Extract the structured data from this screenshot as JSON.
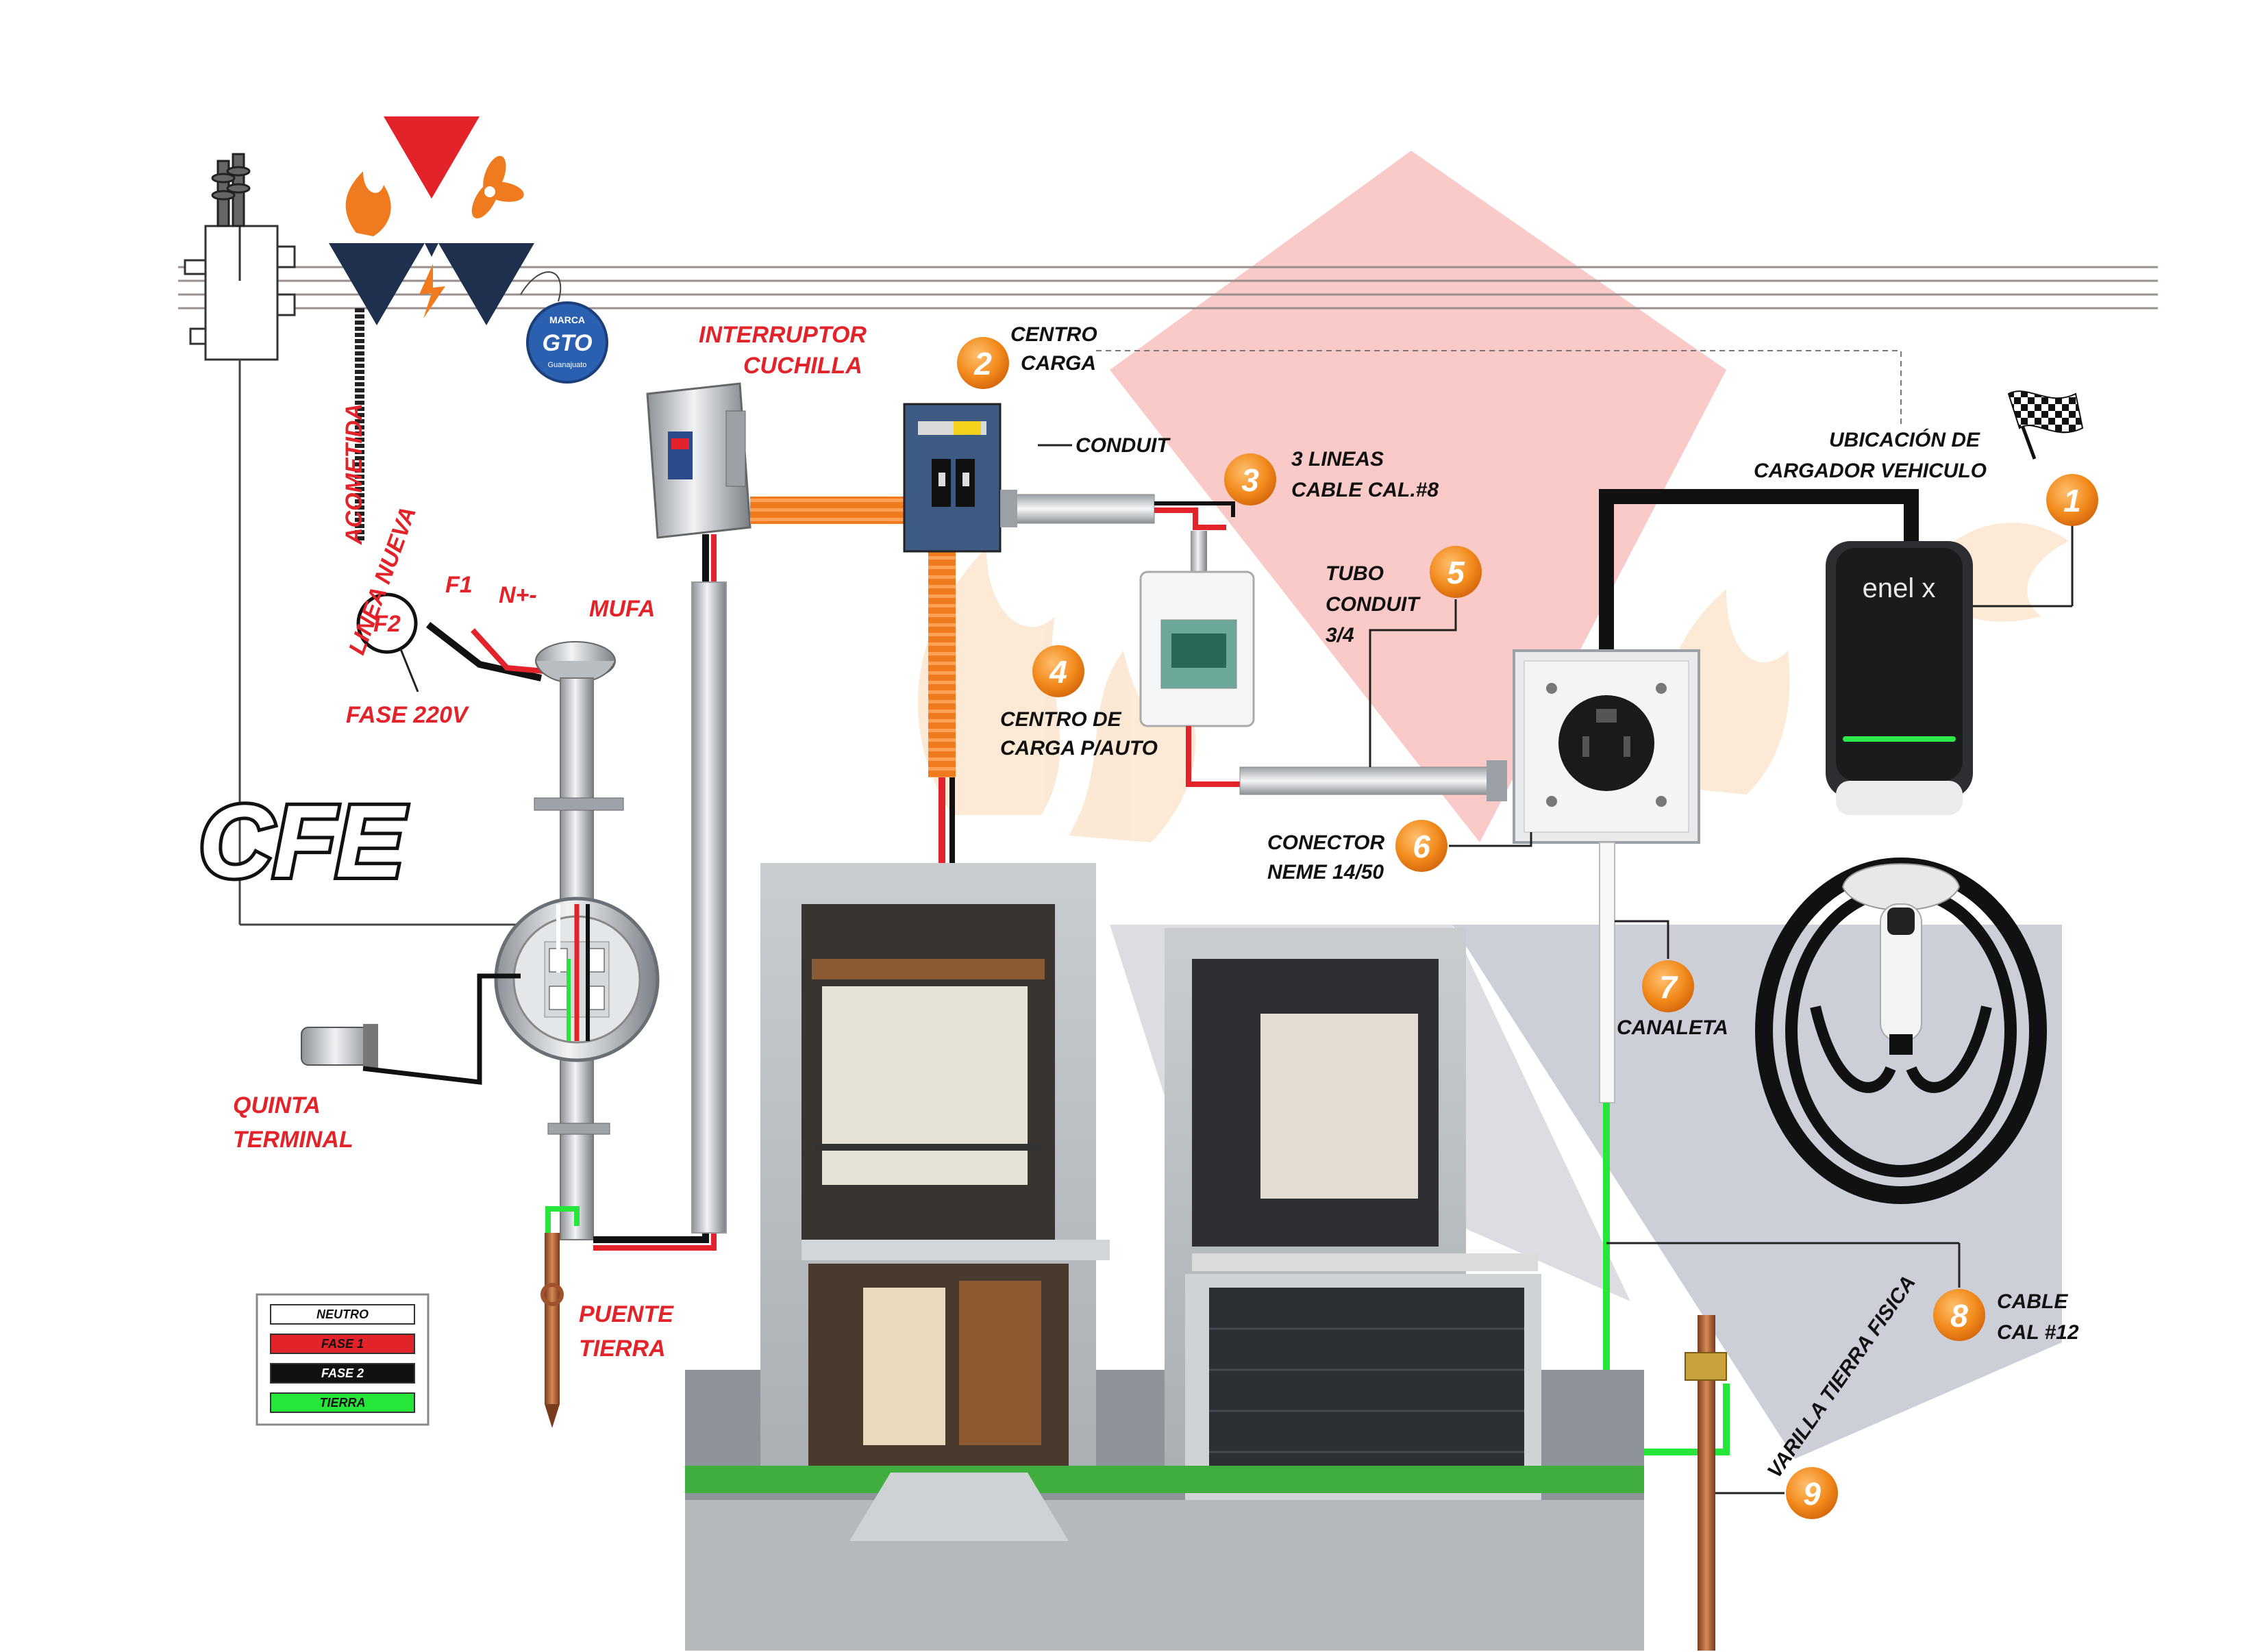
{
  "colors": {
    "phase1": "#e3232a",
    "phase2": "#111111",
    "neutral": "#ffffff",
    "ground": "#27e63a",
    "orange": "#f07a1e",
    "badge": "#f28a1c",
    "pinkCone": "#f5a7a4",
    "grayCone": "#c4c7d1"
  },
  "logos": {
    "cfe": "CFE",
    "gto_badge": {
      "marca": "MARCA",
      "gto": "GTO",
      "estado": "Guanajuato"
    },
    "enelx": "enel x"
  },
  "labels": {
    "interruptor": [
      "INTERRUPTOR",
      "CUCHILLA"
    ],
    "acometida": "ACOMETIDA",
    "linea_nueva": "LINEA NUEVA",
    "f2": "F2",
    "f1": "F1",
    "n": "N+-",
    "mufa": "MUFA",
    "fase220": "FASE 220V",
    "quinta": [
      "QUINTA",
      "TERMINAL"
    ],
    "puente": [
      "PUENTE",
      "TIERRA"
    ],
    "conduit": "CONDUIT",
    "ubicacion": [
      "UBICACIÓN DE",
      "CARGADOR VEHICULO"
    ]
  },
  "numbered": [
    {
      "num": "1",
      "lines": []
    },
    {
      "num": "2",
      "lines": [
        "CENTRO",
        "CARGA"
      ]
    },
    {
      "num": "3",
      "lines": [
        "3 LINEAS",
        "CABLE CAL.#8"
      ]
    },
    {
      "num": "4",
      "lines": [
        "CENTRO DE",
        "CARGA P/AUTO"
      ]
    },
    {
      "num": "5",
      "lines": [
        "TUBO",
        "CONDUIT",
        "3/4"
      ]
    },
    {
      "num": "6",
      "lines": [
        "CONECTOR",
        "NEME 14/50"
      ]
    },
    {
      "num": "7",
      "lines": [
        "CANALETA"
      ]
    },
    {
      "num": "8",
      "lines": [
        "CABLE",
        "CAL #12"
      ]
    },
    {
      "num": "9",
      "lines": [
        "VARILLA TIERRA FISICA"
      ]
    }
  ],
  "legend": [
    {
      "label": "NEUTRO",
      "color": "#ffffff"
    },
    {
      "label": "FASE 1",
      "color": "#e3232a"
    },
    {
      "label": "FASE 2",
      "color": "#111111"
    },
    {
      "label": "TIERRA",
      "color": "#27e63a"
    }
  ]
}
